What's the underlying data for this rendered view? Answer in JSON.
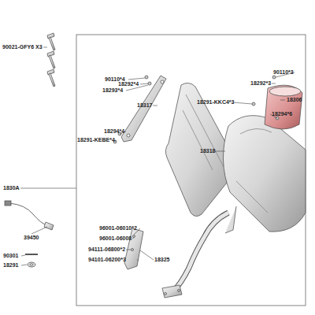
{
  "diagram": {
    "labels": [
      "90021-GFY6 X3",
      "90110*4",
      "18292*4",
      "18293*4",
      "18317",
      "18318",
      "90110*3",
      "18292*3",
      "18306",
      "18291-KKC4*3",
      "18294*6",
      "18294*4",
      "18291-KEBE*4",
      "1830A",
      "39450",
      "90301",
      "18291",
      "96001-06010*2",
      "96001-06008",
      "94111-06800*2",
      "94101-06200*3",
      "18325"
    ]
  }
}
